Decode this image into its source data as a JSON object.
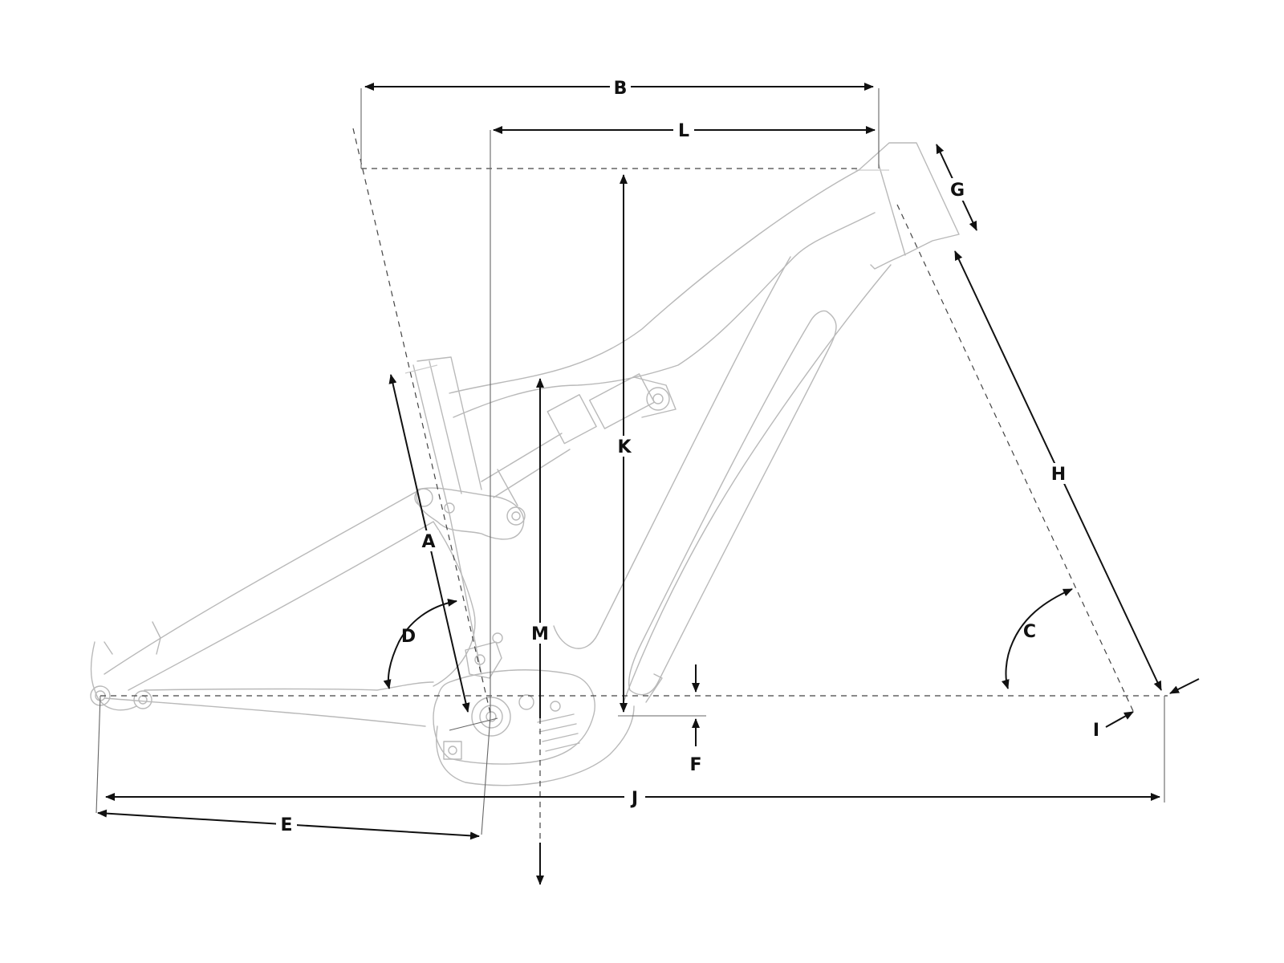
{
  "labels": {
    "A": "A",
    "B": "B",
    "C": "C",
    "D": "D",
    "E": "E",
    "F": "F",
    "G": "G",
    "H": "H",
    "I": "I",
    "J": "J",
    "K": "K",
    "L": "L",
    "M": "M"
  },
  "colors": {
    "frame_outline": "#b9b9b9",
    "dimension_line": "#111111",
    "guide_line": "#444444"
  }
}
